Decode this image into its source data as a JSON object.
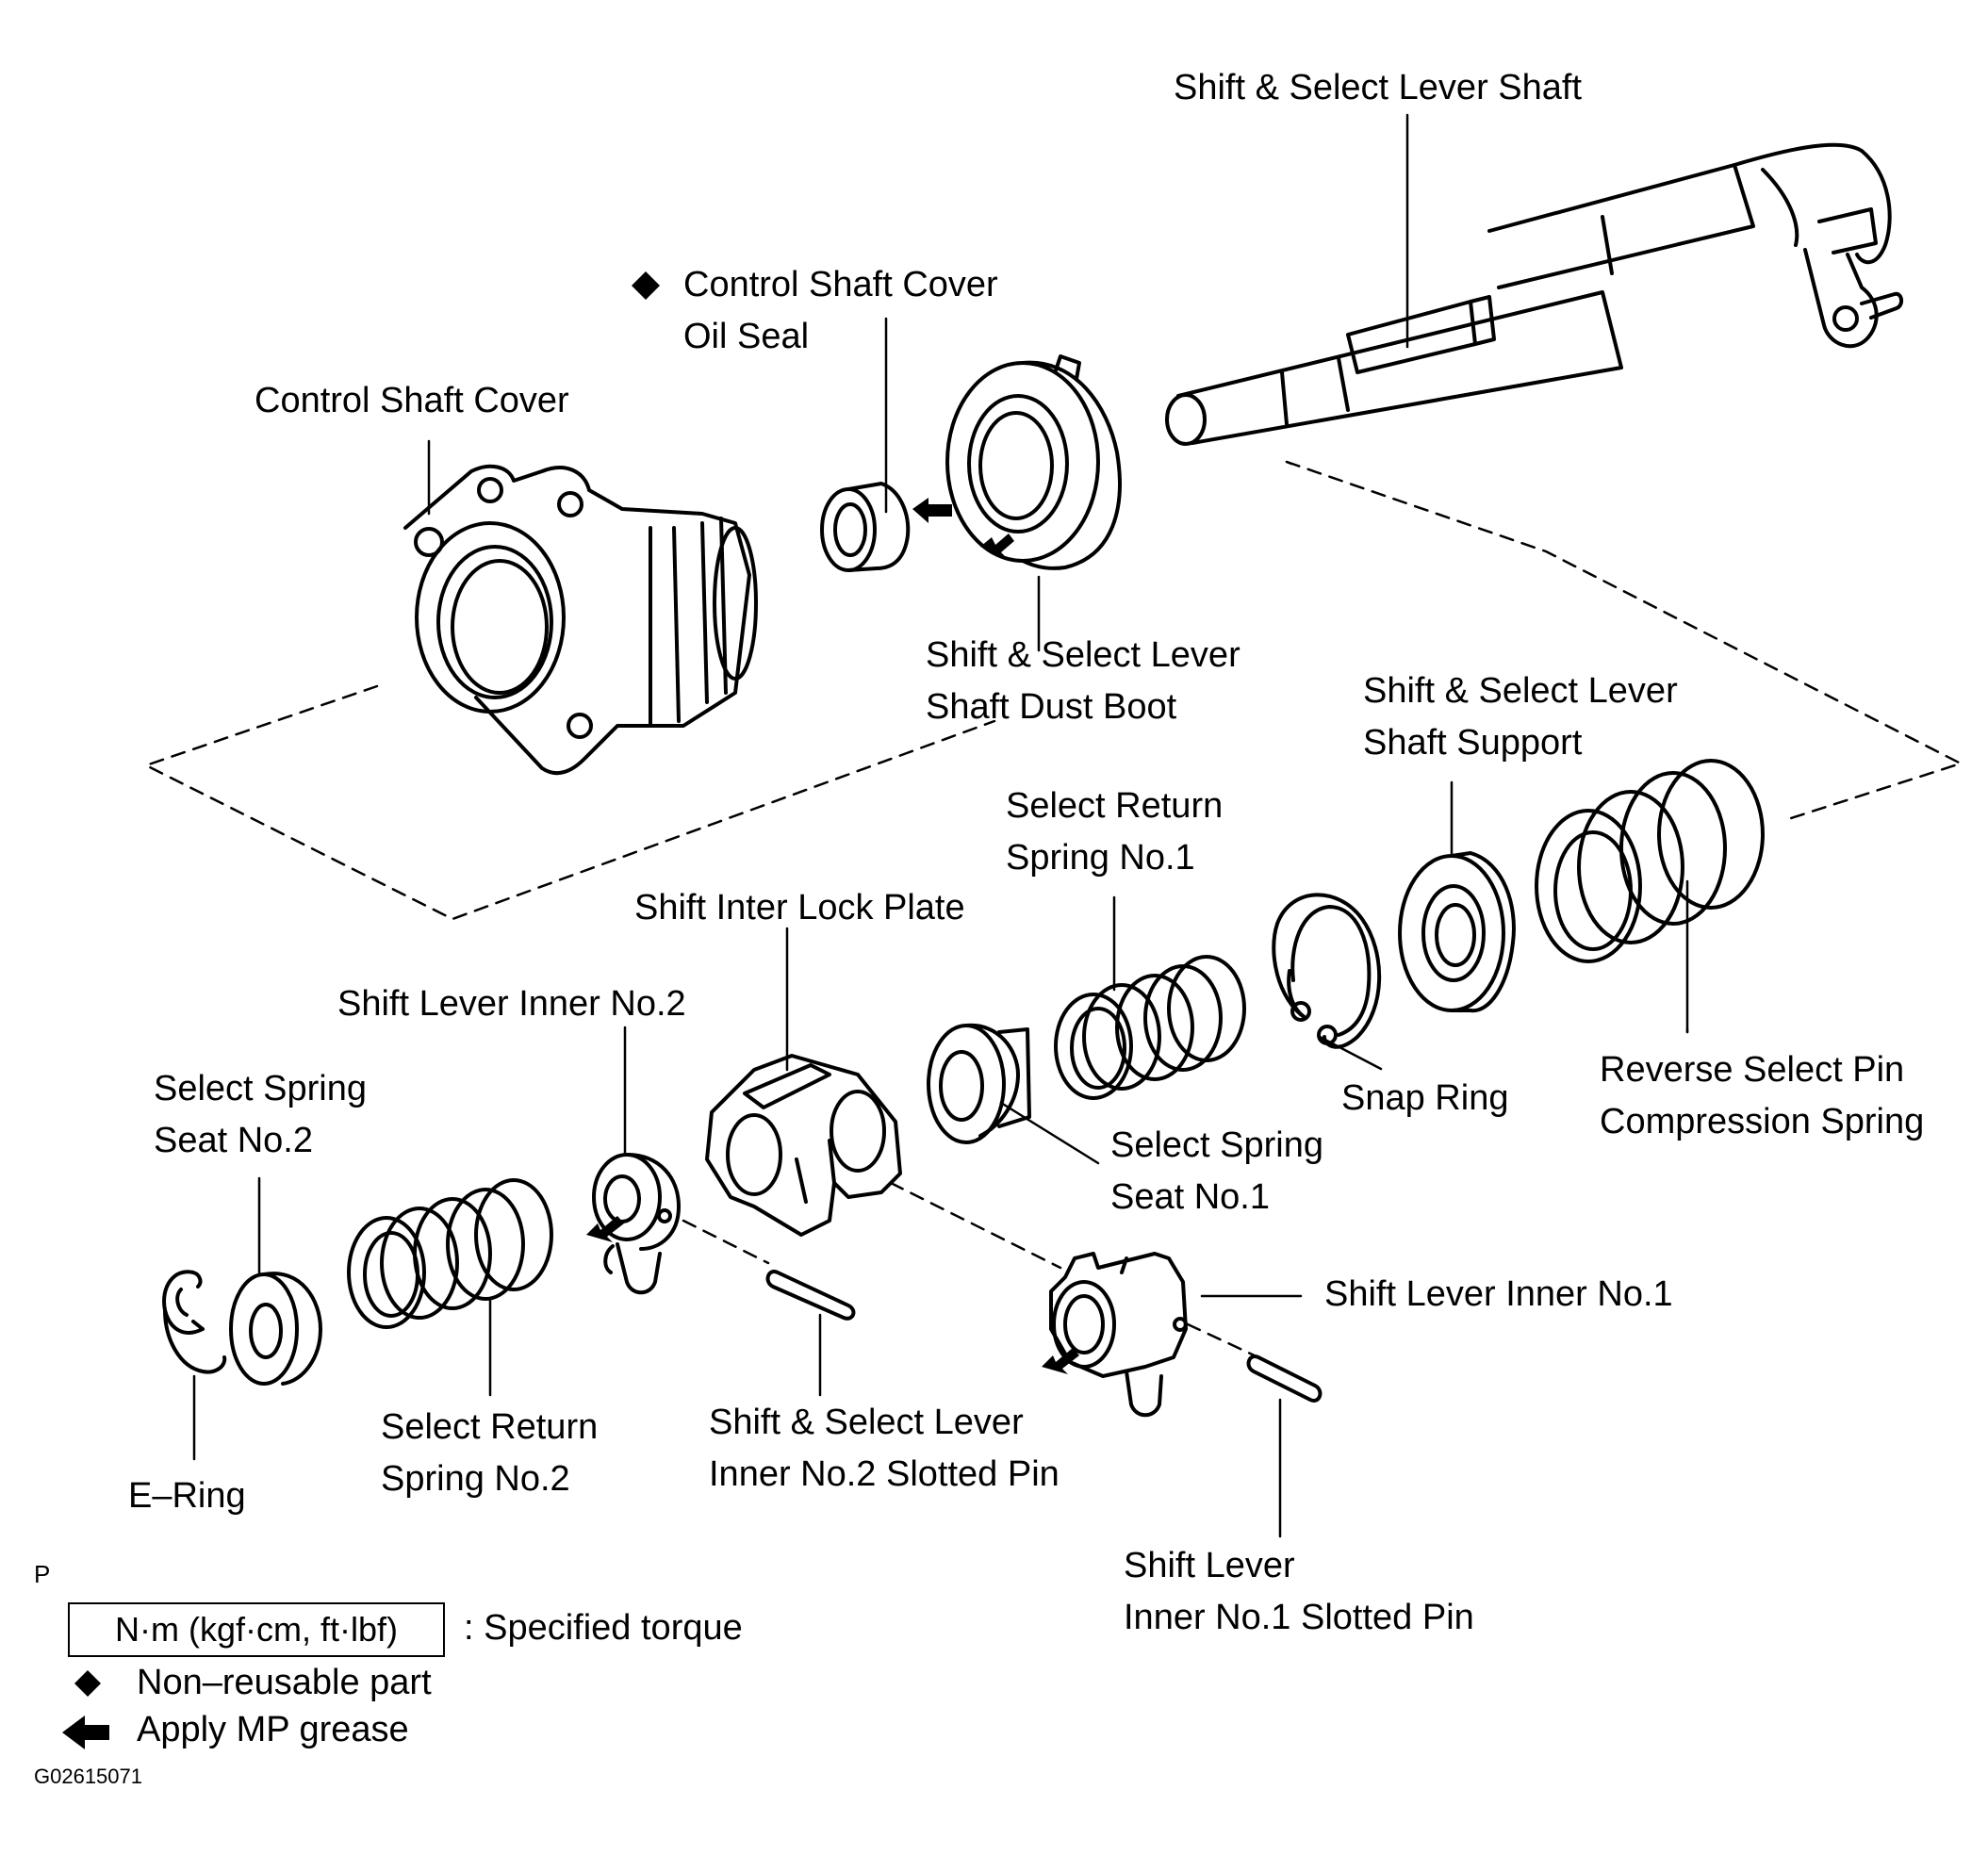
{
  "labels": {
    "shaft": "Shift & Select Lever Shaft",
    "oil_seal_1": "Control Shaft Cover",
    "oil_seal_2": "Oil Seal",
    "cover": "Control Shaft Cover",
    "dust_boot_1": "Shift & Select Lever",
    "dust_boot_2": "Shaft Dust Boot",
    "support_1": "Shift & Select Lever",
    "support_2": "Shaft Support",
    "srs1_1": "Select Return",
    "srs1_2": "Spring No.1",
    "interlock": "Shift Inter Lock Plate",
    "sli2": "Shift Lever Inner No.2",
    "sss2_1": "Select Spring",
    "sss2_2": "Seat No.2",
    "snap_ring": "Snap Ring",
    "rev_spring_1": "Reverse Select Pin",
    "rev_spring_2": "Compression Spring",
    "sss1_1": "Select Spring",
    "sss1_2": "Seat No.1",
    "sli1": "Shift Lever Inner No.1",
    "pin2_1": "Shift & Select Lever",
    "pin2_2": "Inner No.2 Slotted Pin",
    "srs2_1": "Select Return",
    "srs2_2": "Spring No.2",
    "ering": "E–Ring",
    "pin1_1": "Shift Lever",
    "pin1_2": "Inner No.1 Slotted Pin"
  },
  "legend": {
    "p_mark": "P",
    "torque_unit": "N·m (kgf·cm, ft·lbf)",
    "torque_desc": ": Specified torque",
    "non_reusable": "Non–reusable part",
    "grease": "Apply MP grease"
  },
  "figure_code": "G02615071"
}
